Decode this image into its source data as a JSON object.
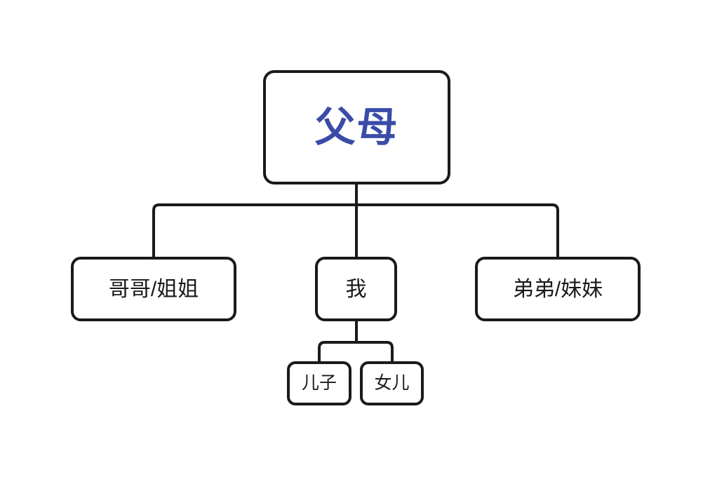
{
  "diagram": {
    "type": "family-tree",
    "title": "",
    "background_color": "#ffffff",
    "stroke_color": "#1a1a1a",
    "accent_color": "#3b4ca8",
    "nodes": {
      "parents": {
        "label": "父母",
        "level": 0
      },
      "older_sibling": {
        "label": "哥哥/姐姐",
        "level": 1
      },
      "me": {
        "label": "我",
        "level": 1
      },
      "younger_sibling": {
        "label": "弟弟/妹妹",
        "level": 1
      },
      "son": {
        "label": "儿子",
        "level": 2
      },
      "daughter": {
        "label": "女儿",
        "level": 2
      }
    },
    "edges": [
      {
        "from": "parents",
        "to": "older_sibling"
      },
      {
        "from": "parents",
        "to": "me"
      },
      {
        "from": "parents",
        "to": "younger_sibling"
      },
      {
        "from": "me",
        "to": "son"
      },
      {
        "from": "me",
        "to": "daughter"
      }
    ]
  }
}
